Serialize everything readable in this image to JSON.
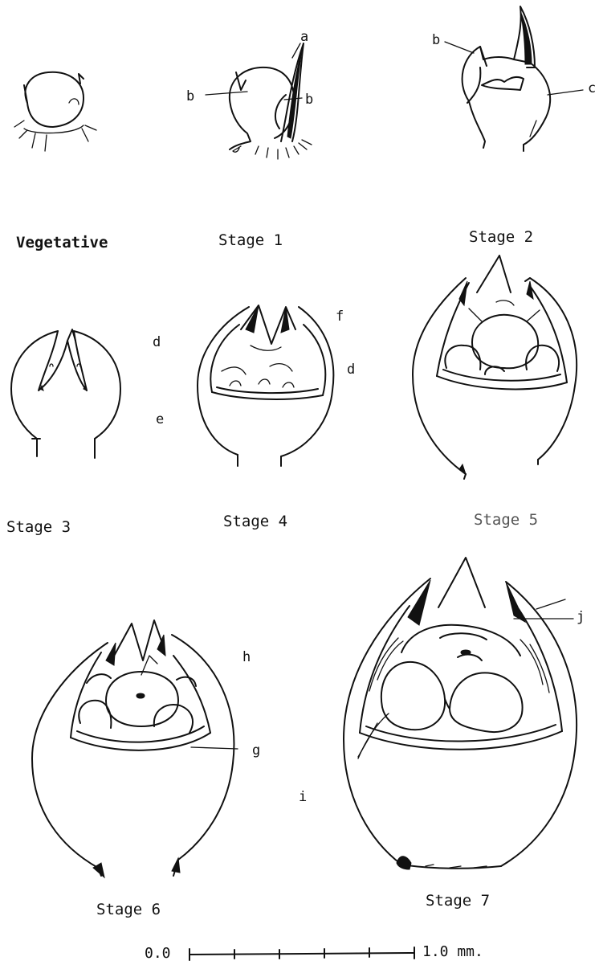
{
  "stages": [
    {
      "id": "vegetative",
      "caption": "Vegetative"
    },
    {
      "id": "stage1",
      "caption": "Stage 1"
    },
    {
      "id": "stage2",
      "caption": "Stage 2"
    },
    {
      "id": "stage3",
      "caption": "Stage 3"
    },
    {
      "id": "stage4",
      "caption": "Stage 4"
    },
    {
      "id": "stage5",
      "caption": "Stage 5"
    },
    {
      "id": "stage6",
      "caption": "Stage 6"
    },
    {
      "id": "stage7",
      "caption": "Stage 7"
    }
  ],
  "labels": {
    "a": "a",
    "b": "b",
    "c": "c",
    "d": "d",
    "e": "e",
    "f": "f",
    "g": "g",
    "h": "h",
    "i": "i",
    "j": "j"
  },
  "scale_bar": {
    "start": "0.0",
    "end": "1.0 mm."
  }
}
